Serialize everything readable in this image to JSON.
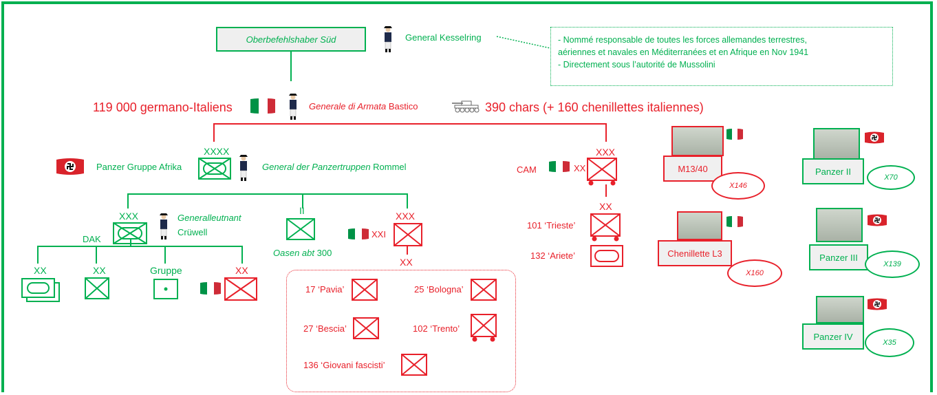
{
  "header": {
    "ob_sud": "Oberbefehlshaber Süd",
    "kesselring": "General Kesselring",
    "note_line1": "- Nommé responsable de toutes les forces allemandes terrestres,",
    "note_line2": "aériennes et navales en Méditerranées et en Afrique en Nov 1941",
    "note_line3": "- Directement sous l’autorité de Mussolini"
  },
  "bastico_row": {
    "count": "119 000 germano-Italiens",
    "rank": "Generale di Armata",
    "name": " Bastico",
    "chars": "390 chars (+ 160 chenillettes italiennes)"
  },
  "pga": {
    "xxxx": "XXXX",
    "label": "Panzer Gruppe Afrika",
    "rank": "General der Panzertruppen",
    "name": " Rommel"
  },
  "dak": {
    "xxx": "XXX",
    "label": "DAK",
    "rank": "Generalleutnant",
    "name": "Crüwell",
    "div1": "XX",
    "div2": "XX",
    "gruppe": "Gruppe",
    "div4": "XX"
  },
  "oasen": {
    "ii": "II",
    "name": "Oasen abt",
    "num": " 300"
  },
  "xxi": {
    "xxx": "XXX",
    "label": "XXI",
    "xx": "XX"
  },
  "xxi_divs": {
    "pavia": "17 ‘Pavia’",
    "bologna": "25 ‘Bologna’",
    "bescia": "27 ‘Bescia’",
    "trento": "102 ‘Trento’",
    "giovani": "136 ‘Giovani fascisti’"
  },
  "cam": {
    "xxx": "XXX",
    "label": "CAM",
    "xx_inline": "XX",
    "xx": "XX",
    "trieste": "101 ‘Trieste’",
    "ariete": "132 ‘Ariete’"
  },
  "tanks": {
    "m13": "M13/40",
    "m13_qty": "X146",
    "l3": "Chenillette L3",
    "l3_qty": "X160",
    "p2": "Panzer II",
    "p2_qty": "X70",
    "p3": "Panzer III",
    "p3_qty": "X139",
    "p4": "Panzer IV",
    "p4_qty": "X35"
  },
  "colors": {
    "german": "#00b050",
    "italian": "#e8202a"
  }
}
